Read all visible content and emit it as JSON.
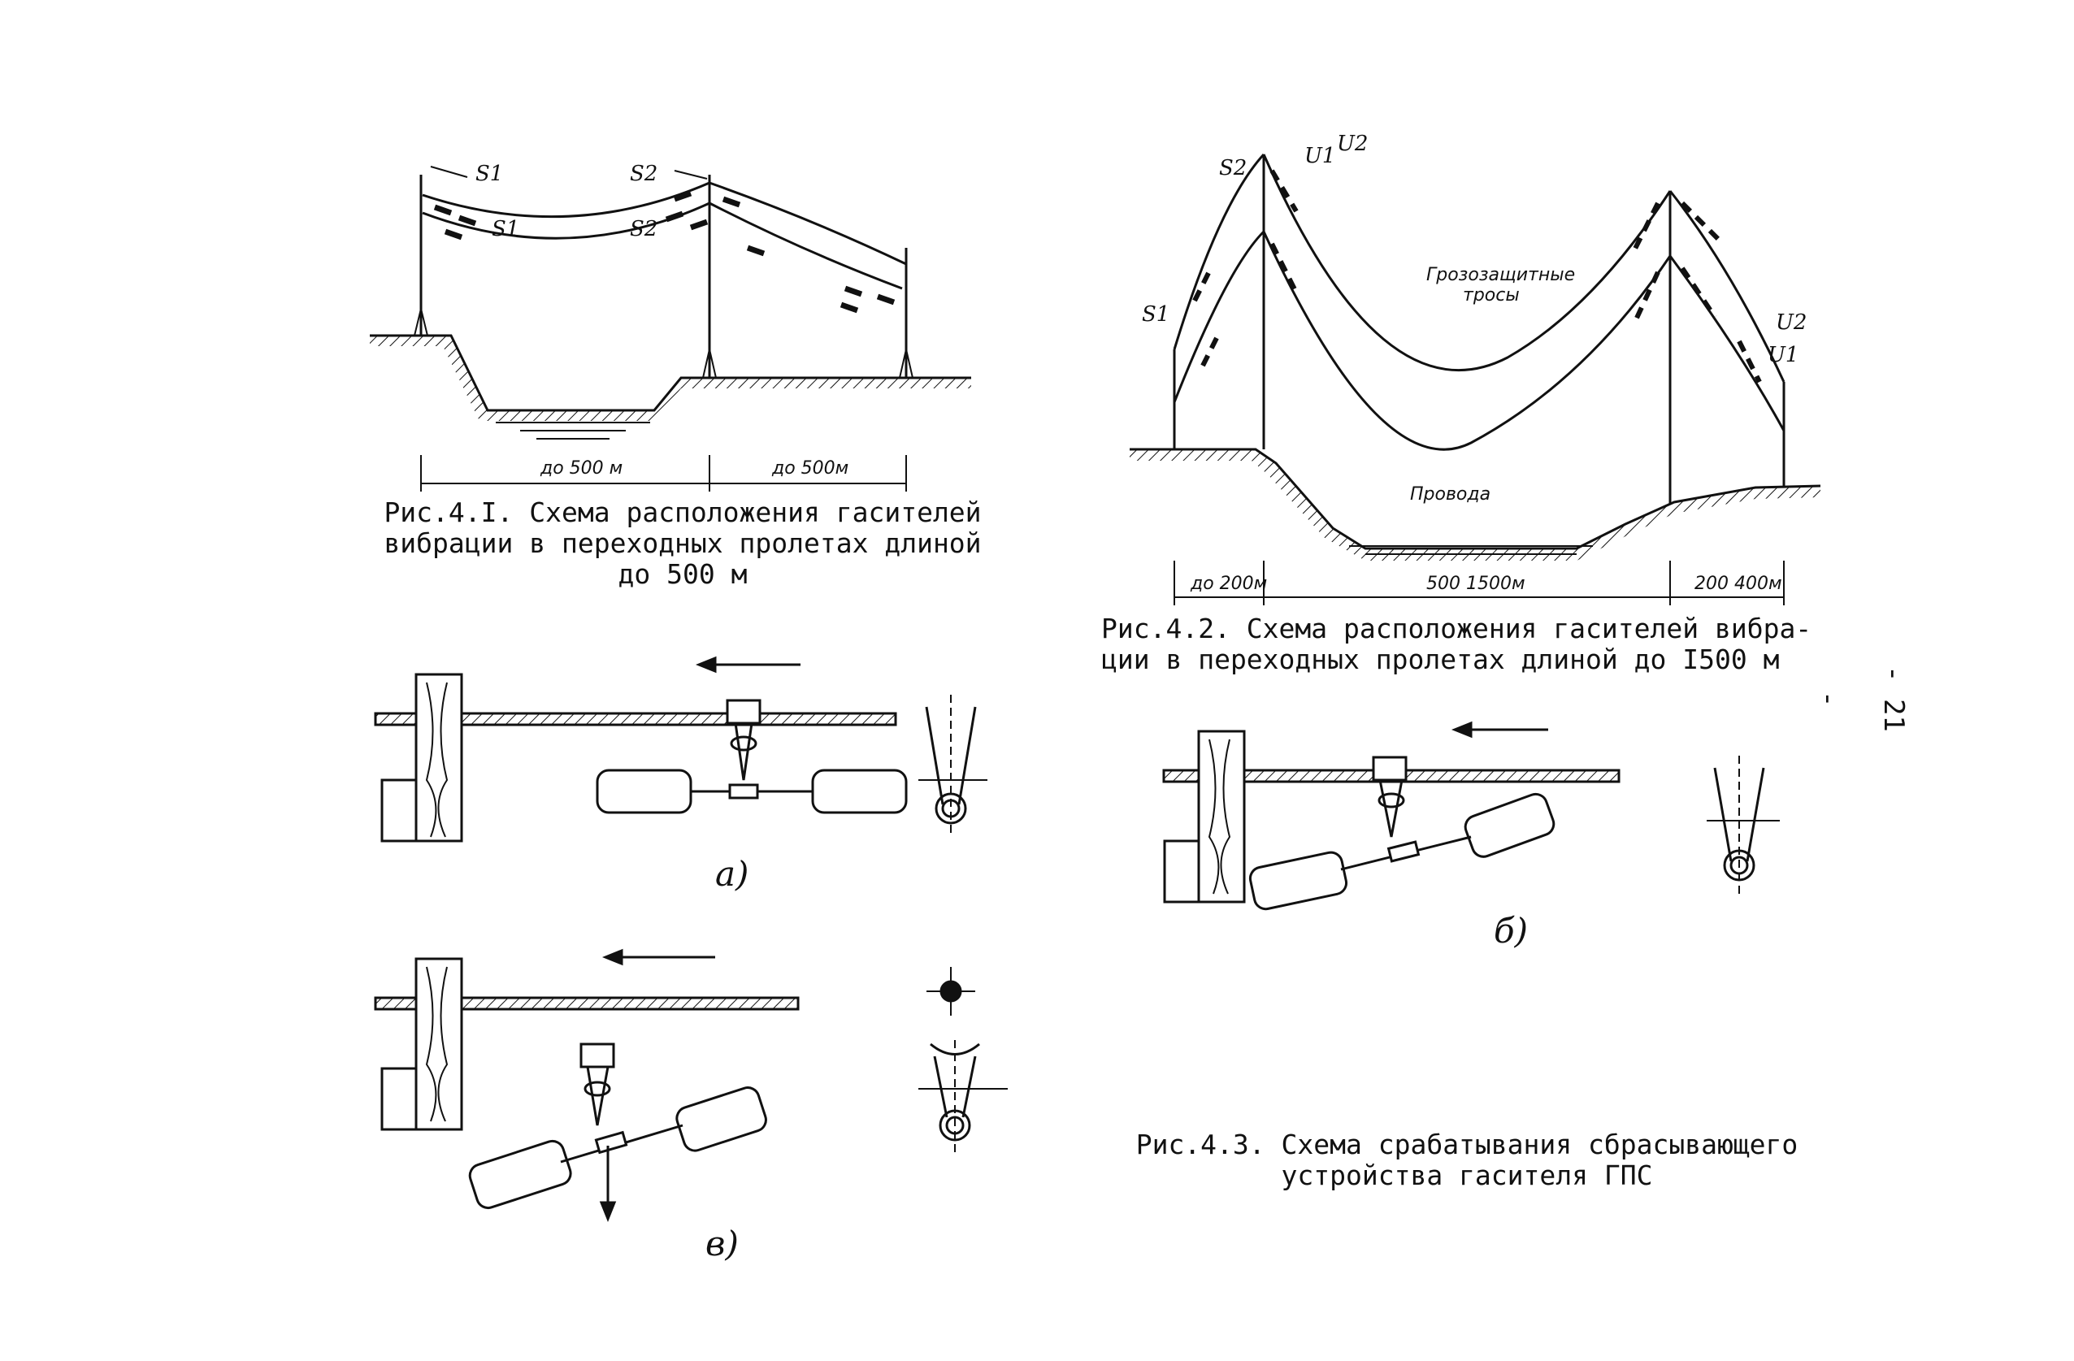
{
  "page_number": "- 21 -",
  "figure_4_1": {
    "caption_line1": "Рис.4.I. Схема расположения гасителей",
    "caption_line2": "вибрации в переходных пролетах длиной",
    "caption_line3": "до 500 м",
    "span_left": "до 500 м",
    "span_right": "до 500м",
    "label_s1": "S1",
    "label_s2": "S2"
  },
  "figure_4_2": {
    "caption_line1": "Рис.4.2. Схема расположения гасителей вибра-",
    "caption_line2": "ции в переходных пролетах длиной до I500 м",
    "label_ground_wires_1": "Грозозащитные",
    "label_ground_wires_2": "тросы",
    "label_wires": "Провода",
    "span_left": "до 200м",
    "span_middle": "500 1500м",
    "span_right": "200 400м",
    "label_s1": "S1",
    "label_s2": "S2",
    "label_u1": "U1",
    "label_u2": "U2"
  },
  "figure_4_3": {
    "caption_line1": "Рис.4.3. Схема срабатывания сбрасывающего",
    "caption_line2": "устройства гасителя ГПС",
    "label_a": "а)",
    "label_b": "б)",
    "label_v": "в)"
  }
}
